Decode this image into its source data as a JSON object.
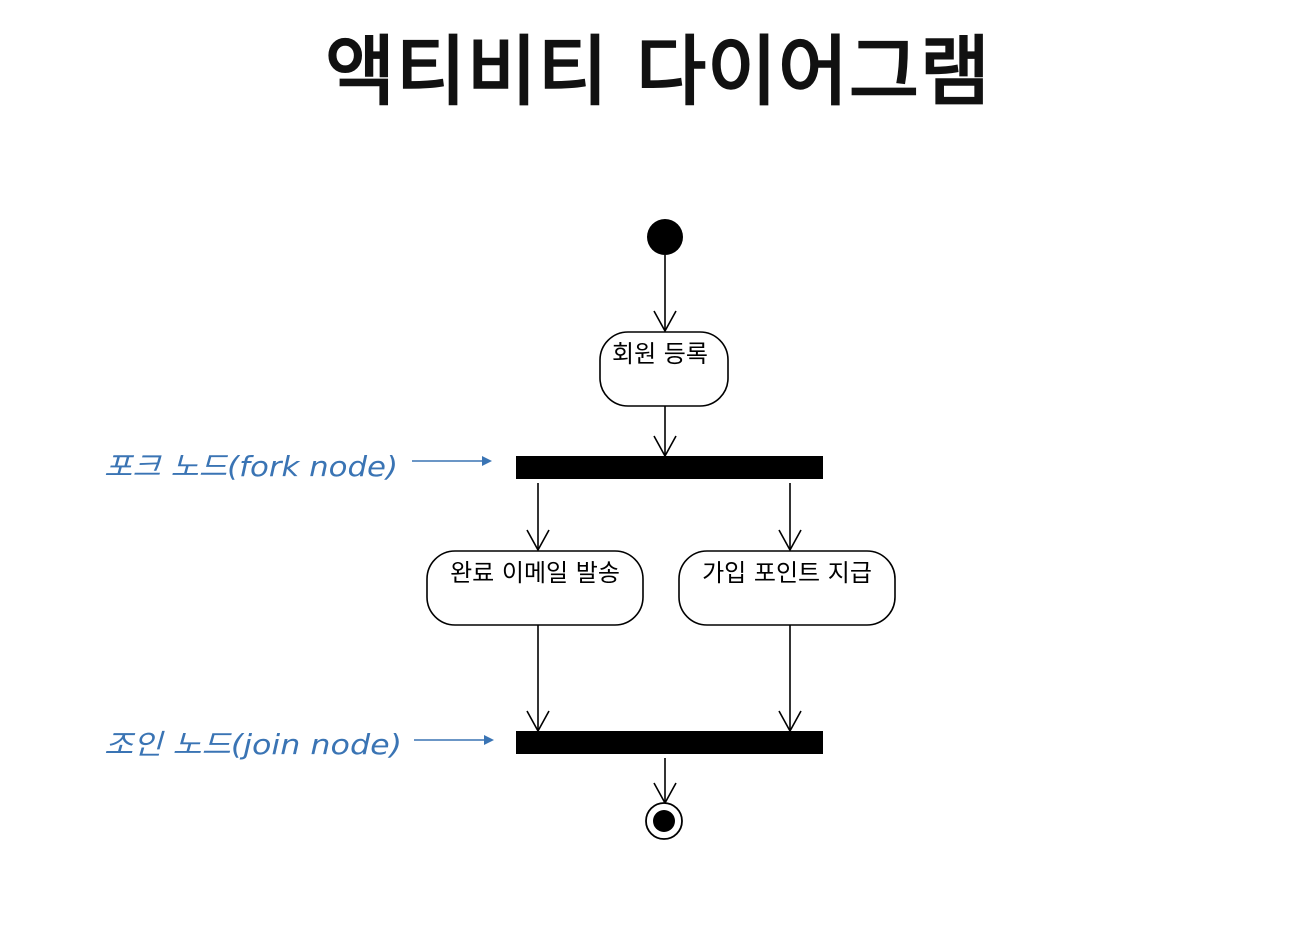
{
  "title": "액티비티 다이어그램",
  "actions": {
    "register": "회원 등록",
    "email": "완료 이메일 발송",
    "points": "가입 포인트 지급"
  },
  "annotations": {
    "fork": "포크 노드(fork node)",
    "join": "조인 노드(join node)"
  },
  "colors": {
    "annotation": "#3a74b4",
    "line": "#000000"
  }
}
